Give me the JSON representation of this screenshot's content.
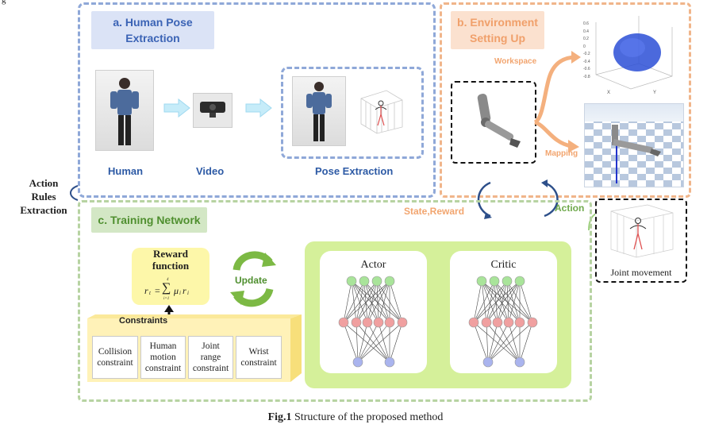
{
  "top_left_mark": "g",
  "panels": {
    "pose": {
      "title_line1": "a. Human Pose",
      "title_line2": "Extraction"
    },
    "env": {
      "title_line1": "b. Environment",
      "title_line2": "Setting Up"
    },
    "train": {
      "title": "c. Training Network"
    }
  },
  "pose_steps": {
    "human": "Human",
    "video": "Video",
    "pose": "Pose Extraction"
  },
  "env_labels": {
    "workspace": "Workspace",
    "mapping": "Mapping"
  },
  "workspace_plot_ticks": [
    "0.6",
    "0.4",
    "0.2",
    "0",
    "-0.2",
    "-0.4",
    "-0.6",
    "-0.8"
  ],
  "workspace_axes": {
    "x": "X",
    "y": "Y"
  },
  "side_labels": {
    "action_rules_line1": "Action",
    "action_rules_line2": "Rules",
    "action_rules_line3": "Extraction",
    "state_reward": "State,Reward",
    "action": "Action",
    "update": "Update"
  },
  "reward": {
    "title_line1": "Reward",
    "title_line2": "function",
    "formula_lhs": "r",
    "formula_lhs_sub": "t",
    "formula_eq": "=",
    "sum_top": "4",
    "sum_bottom": "i=1",
    "formula_mu": "μ",
    "formula_mu_sub": "i",
    "formula_r": "r",
    "formula_r_sub": "i"
  },
  "constraints_label": "Constraints",
  "constraints": [
    {
      "line1": "Collision",
      "line2": "constraint",
      "line3": ""
    },
    {
      "line1": "Human",
      "line2": "motion",
      "line3": "constraint"
    },
    {
      "line1": "Joint",
      "line2": "range",
      "line3": "constraint"
    },
    {
      "line1": "Wrist",
      "line2": "constraint",
      "line3": ""
    }
  ],
  "networks": {
    "actor": "Actor",
    "critic": "Critic"
  },
  "joint_movement": "Joint movement",
  "caption": {
    "prefix": "Fig.1",
    "text": " Structure of the proposed method"
  },
  "colors": {
    "blue_dash": "#8fa8d8",
    "orange_dash": "#f0b58a",
    "green_dash": "#b7d3a2",
    "orange_text": "#f2a56f",
    "green_text": "#6fa94c",
    "node_green": "#a9e49a",
    "node_red": "#f0a0a0",
    "node_blue": "#aab4ee"
  }
}
